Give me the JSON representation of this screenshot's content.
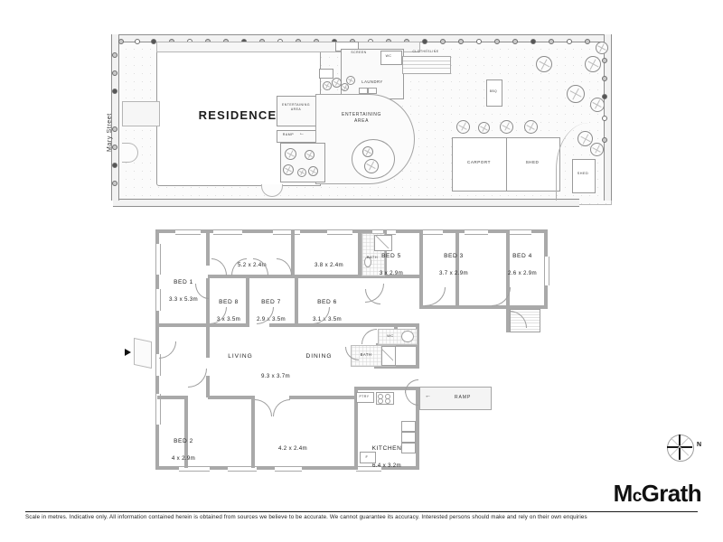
{
  "document": {
    "type": "real-estate-floorplan",
    "brand_main": "Grath",
    "brand_prefix": "M",
    "brand_small": "c",
    "disclaimer": "Scale in metres. Indicative only. All information contained herein is obtained from sources we believe to be accurate. We cannot guarantee its accuracy. Interested persons should make and rely on their own enquiries",
    "compass_label": "N"
  },
  "site_plan": {
    "street_label": "Mary Street",
    "residence_label": "RESIDENCE",
    "labels": [
      {
        "name": "laundry",
        "text": "LAUNDRY"
      },
      {
        "name": "wc",
        "text": "WC"
      },
      {
        "name": "screen",
        "text": "SCREEN"
      },
      {
        "name": "clothesline",
        "text": "CLOTHESLINE"
      },
      {
        "name": "bbq",
        "text": "BBQ"
      },
      {
        "name": "carport",
        "text": "CARPORT"
      },
      {
        "name": "shed-main",
        "text": "SHED"
      },
      {
        "name": "shed-rear",
        "text": "SHED"
      },
      {
        "name": "entertaining-large",
        "text": "ENTERTAINING\nAREA"
      },
      {
        "name": "entertaining-small",
        "text": "ENTERTAINING\nAREA"
      },
      {
        "name": "ramp",
        "text": "RAMP"
      }
    ]
  },
  "floor_plan": {
    "rooms": [
      {
        "name": "bed-1",
        "label": "BED 1",
        "dimensions": "3.3 x 5.3m"
      },
      {
        "name": "bed-2",
        "label": "BED 2",
        "dimensions": "4 x 2.9m"
      },
      {
        "name": "bed-3",
        "label": "BED 3",
        "dimensions": "3.7 x 2.9m"
      },
      {
        "name": "bed-4",
        "label": "BED 4",
        "dimensions": "2.6 x 2.9m"
      },
      {
        "name": "bed-5",
        "label": "BED 5",
        "dimensions": "3 x 2.9m"
      },
      {
        "name": "bed-6",
        "label": "BED 6",
        "dimensions": "3.1 x 3.5m"
      },
      {
        "name": "bed-7",
        "label": "BED 7",
        "dimensions": "2.9 x 3.5m"
      },
      {
        "name": "bed-8",
        "label": "BED 8",
        "dimensions": "3 x 3.5m"
      },
      {
        "name": "kitchen",
        "label": "KITCHEN",
        "dimensions": "6.4 x 3.2m"
      }
    ],
    "open_rooms": [
      {
        "name": "living",
        "label": "LIVING"
      },
      {
        "name": "dining",
        "label": "DINING"
      },
      {
        "name": "living-dining-dim",
        "label": "9.3 x 3.7m"
      },
      {
        "name": "room-upper-left",
        "label": "5.2 x 2.4m"
      },
      {
        "name": "room-upper-right",
        "label": "3.8 x 2.4m"
      },
      {
        "name": "room-lower-mid",
        "label": "4.2 x 2.4m"
      }
    ],
    "service_labels": [
      {
        "name": "bath-upper",
        "text": "BATH"
      },
      {
        "name": "bath-lower",
        "text": "BATH"
      },
      {
        "name": "wc",
        "text": "WC"
      },
      {
        "name": "pantry",
        "text": "PTRY"
      },
      {
        "name": "fridge",
        "text": "F"
      },
      {
        "name": "ramp",
        "text": "RAMP"
      }
    ]
  },
  "colors": {
    "wall": "#a9a9a9",
    "paper": "#ffffff",
    "site_fill": "#fbfbfb",
    "ink": "#1a1a1a"
  }
}
